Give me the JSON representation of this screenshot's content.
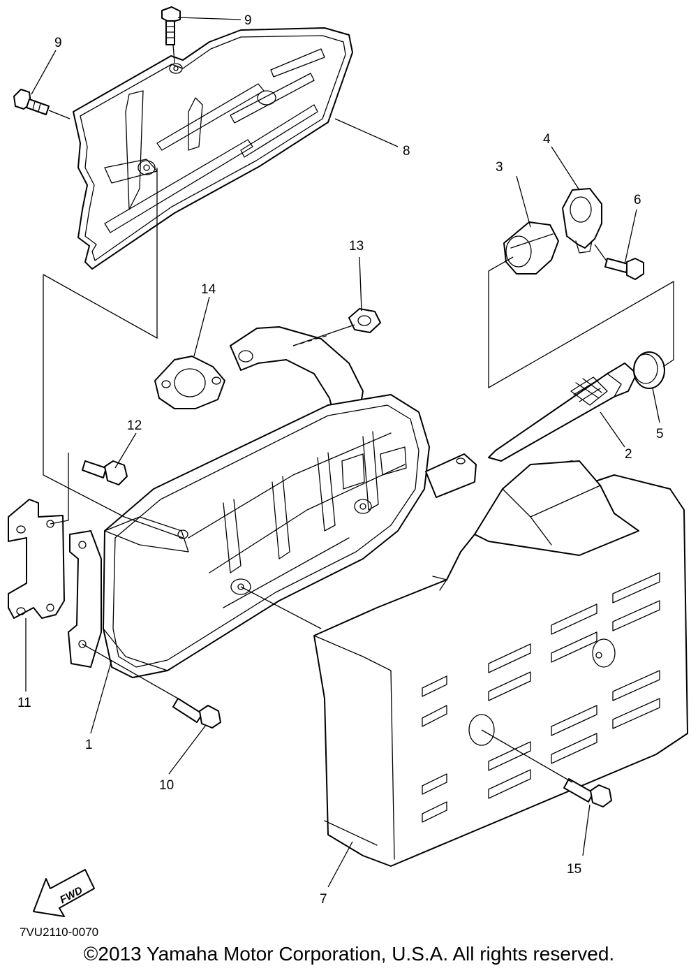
{
  "callouts": {
    "c1": "1",
    "c2": "2",
    "c3": "3",
    "c4": "4",
    "c5": "5",
    "c6": "6",
    "c7": "7",
    "c8": "8",
    "c9a": "9",
    "c9b": "9",
    "c10": "10",
    "c11": "11",
    "c12": "12",
    "c13": "13",
    "c14": "14",
    "c15": "15"
  },
  "direction_arrow": {
    "label": "FWD",
    "icon": "fwd-arrow-icon"
  },
  "diagram_code": "7VU2110-0070",
  "copyright": "©2013 Yamaha Motor Corporation, U.S.A. All rights reserved."
}
